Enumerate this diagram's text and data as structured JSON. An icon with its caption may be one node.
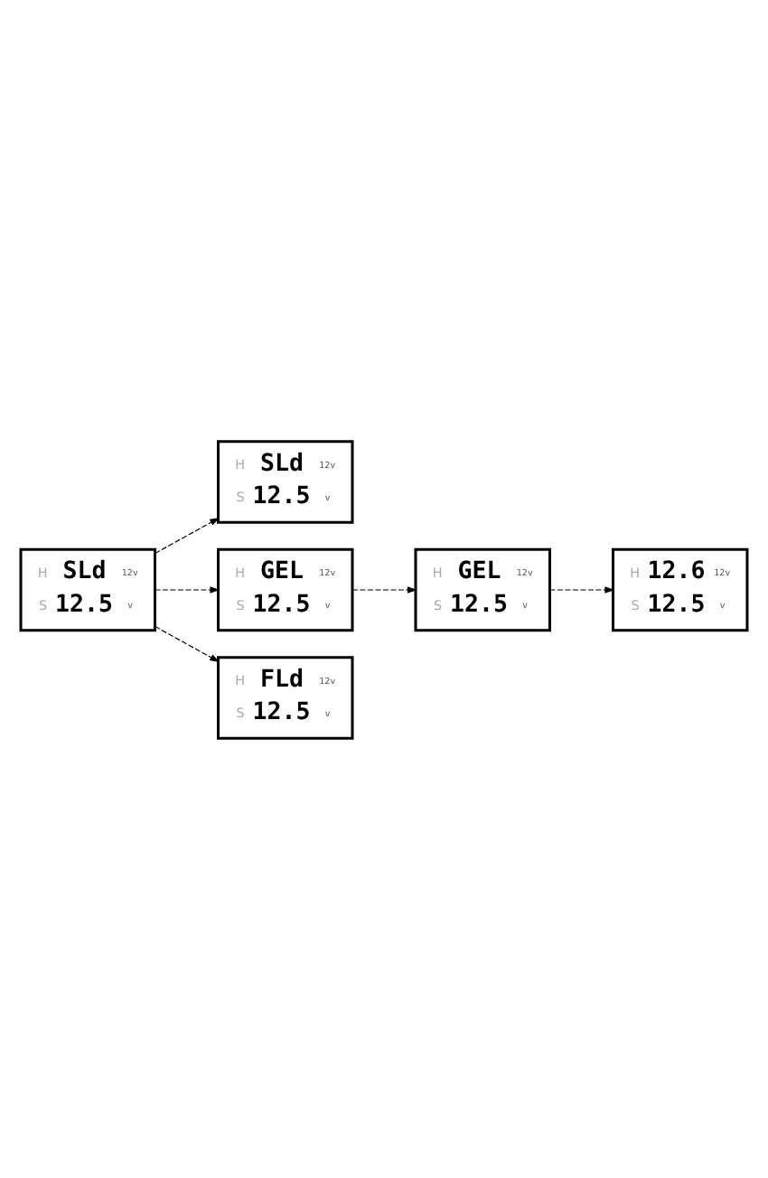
{
  "diagram": {
    "nodes": [
      {
        "text": [
          "H",
          "SLd",
          "12v",
          "S",
          "12.5",
          "v"
        ]
      },
      {
        "text": [
          "H",
          "SLd",
          "12v",
          "S",
          "12.5",
          "v"
        ]
      },
      {
        "text": [
          "H",
          "GEL",
          "12v",
          "S",
          "12.5",
          "v"
        ]
      },
      {
        "text": [
          "H",
          "FLd",
          "12v",
          "S",
          "12.5",
          "v"
        ]
      },
      {
        "text": [
          "H",
          "GEL",
          "12v",
          "S",
          "12.5",
          "v"
        ]
      },
      {
        "text": [
          "H",
          "12.6",
          "12v",
          "S",
          "12.5",
          "v"
        ]
      }
    ],
    "edges": [
      {
        "from": 0,
        "to": 1,
        "arrow": "to",
        "style": "dashed"
      },
      {
        "from": 0,
        "to": 2,
        "arrow": "to",
        "style": "dashed"
      },
      {
        "from": 0,
        "to": 3,
        "arrow": "to",
        "style": "dashed"
      },
      {
        "from": 2,
        "to": 4,
        "arrow": "to",
        "style": "dashed"
      },
      {
        "from": 4,
        "to": 5,
        "arrow": "to",
        "style": "dashed"
      }
    ]
  }
}
